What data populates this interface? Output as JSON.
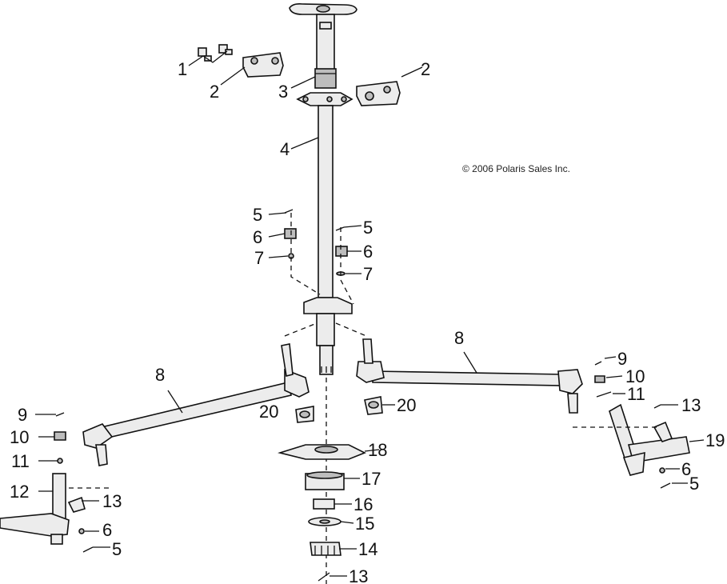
{
  "copyright": "© 2006 Polaris Sales Inc.",
  "callouts": [
    {
      "id": "c1",
      "text": "1"
    },
    {
      "id": "c2a",
      "text": "2"
    },
    {
      "id": "c2b",
      "text": "2"
    },
    {
      "id": "c3",
      "text": "3"
    },
    {
      "id": "c4",
      "text": "4"
    },
    {
      "id": "c5a",
      "text": "5"
    },
    {
      "id": "c5b",
      "text": "5"
    },
    {
      "id": "c5c",
      "text": "5"
    },
    {
      "id": "c5d",
      "text": "5"
    },
    {
      "id": "c6a",
      "text": "6"
    },
    {
      "id": "c6b",
      "text": "6"
    },
    {
      "id": "c6c",
      "text": "6"
    },
    {
      "id": "c6d",
      "text": "6"
    },
    {
      "id": "c7a",
      "text": "7"
    },
    {
      "id": "c7b",
      "text": "7"
    },
    {
      "id": "c8a",
      "text": "8"
    },
    {
      "id": "c8b",
      "text": "8"
    },
    {
      "id": "c9a",
      "text": "9"
    },
    {
      "id": "c9b",
      "text": "9"
    },
    {
      "id": "c10a",
      "text": "10"
    },
    {
      "id": "c10b",
      "text": "10"
    },
    {
      "id": "c11a",
      "text": "11"
    },
    {
      "id": "c11b",
      "text": "11"
    },
    {
      "id": "c12",
      "text": "12"
    },
    {
      "id": "c13a",
      "text": "13"
    },
    {
      "id": "c13b",
      "text": "13"
    },
    {
      "id": "c13c",
      "text": "13"
    },
    {
      "id": "c14",
      "text": "14"
    },
    {
      "id": "c15",
      "text": "15"
    },
    {
      "id": "c16",
      "text": "16"
    },
    {
      "id": "c17",
      "text": "17"
    },
    {
      "id": "c18",
      "text": "18"
    },
    {
      "id": "c19",
      "text": "19"
    },
    {
      "id": "c20a",
      "text": "20"
    },
    {
      "id": "c20b",
      "text": "20"
    }
  ]
}
